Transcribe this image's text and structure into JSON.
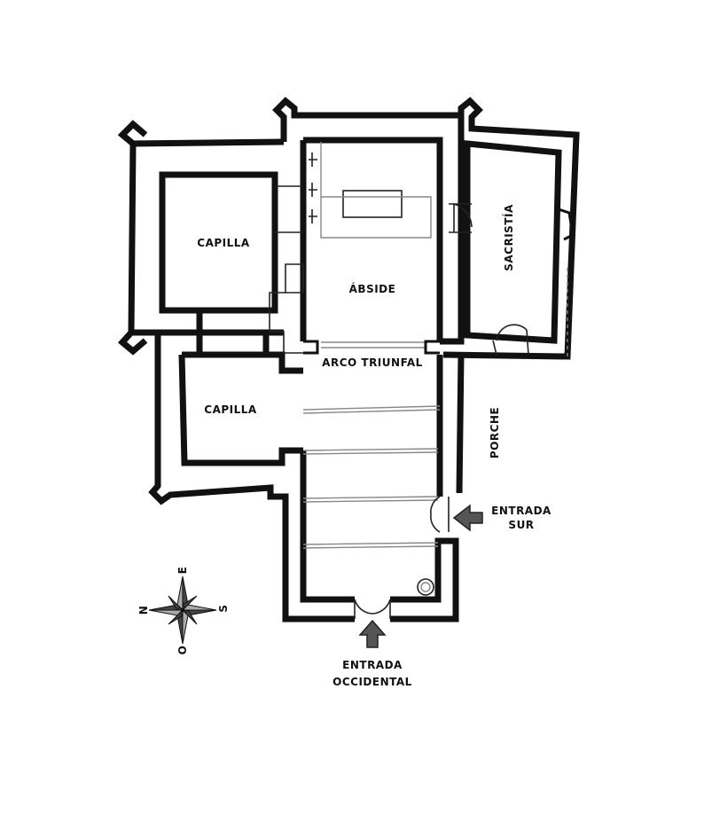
{
  "labels": {
    "capilla_north": "CAPILLA",
    "capilla_south": "CAPILLA",
    "abside": "ÁBSIDE",
    "arco_triunfal": "ARCO TRIUNFAL",
    "sacristia": "SACRISTÍA",
    "porche": "PORCHE",
    "entrada_sur_1": "ENTRADA",
    "entrada_sur_2": "SUR",
    "entrada_occ_1": "ENTRADA",
    "entrada_occ_2": "OCCIDENTAL"
  },
  "compass": {
    "north": "N",
    "east": "E",
    "south": "S",
    "west": "O"
  }
}
